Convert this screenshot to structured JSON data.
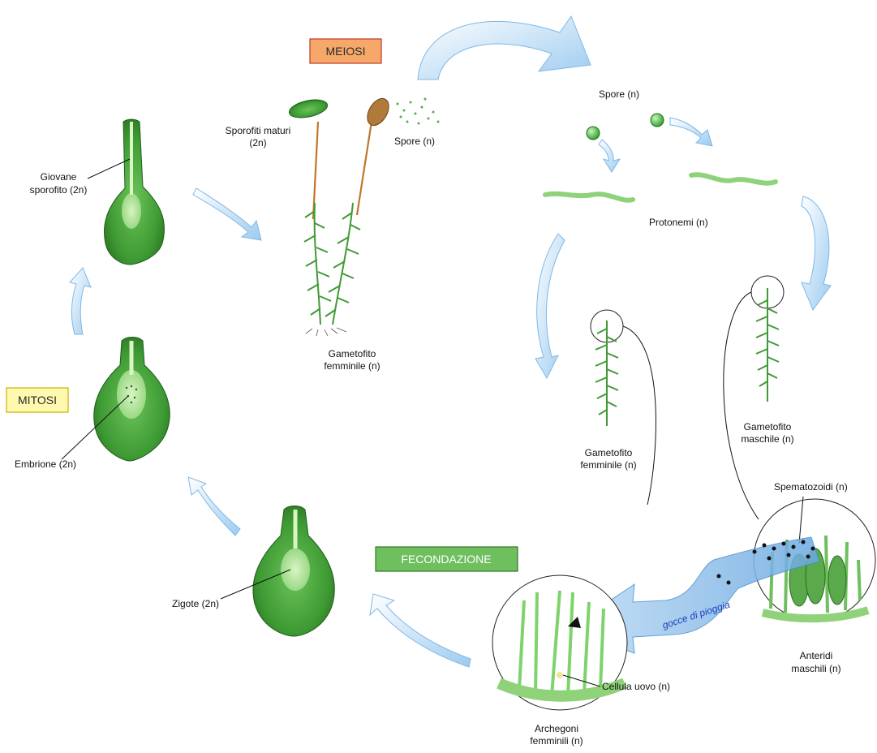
{
  "stage_boxes": {
    "meiosi": {
      "label": "MEIOSI",
      "fill": "#f6a86a",
      "border": "#c0392b"
    },
    "mitosi": {
      "label": "MITOSI",
      "fill": "#fff9b0",
      "border": "#c8b400"
    },
    "fecondazione": {
      "label": "FECONDAZIONE",
      "fill": "#6fbf5f",
      "border": "#2f7a27"
    }
  },
  "labels": {
    "sporofiti_maturi": [
      "Sporofiti maturi",
      "(2n)"
    ],
    "spore_top": "Spore (n)",
    "spore_right": "Spore (n)",
    "giovane_sporofito": [
      "Giovane",
      "sporofito (2n)"
    ],
    "gametofito_femminile_left": [
      "Gametofito",
      "femminile (n)"
    ],
    "protonemi": "Protonemi (n)",
    "embrione": "Embrione (2n)",
    "gametofito_femminile_right": [
      "Gametofito",
      "femminile (n)"
    ],
    "gametofito_maschile": [
      "Gametofito",
      "maschile (n)"
    ],
    "spermatozoidi": "Spematozoidi (n)",
    "zigote": "Zigote (2n)",
    "gocce_di_pioggia": "gocce di pioggia",
    "cellula_uovo": "Cellula uovo (n)",
    "anteridi_maschili": [
      "Anteridi",
      "maschili (n)"
    ],
    "archegoni_femminili": [
      "Archegoni",
      "femminili (n)"
    ]
  },
  "colors": {
    "arrow_light": "#e8f4ff",
    "arrow_dark": "#7fb8e6",
    "plant_green": "#3f9a34",
    "capsule_dark": "#2f7f2a",
    "capsule_light": "#7ed36b",
    "spore_green": "#3fbf3f"
  },
  "icons": [
    "cycle-arrow-icon",
    "spore-icon",
    "moss-plant-icon",
    "sporophyte-capsule-icon",
    "zoom-circle-icon"
  ]
}
